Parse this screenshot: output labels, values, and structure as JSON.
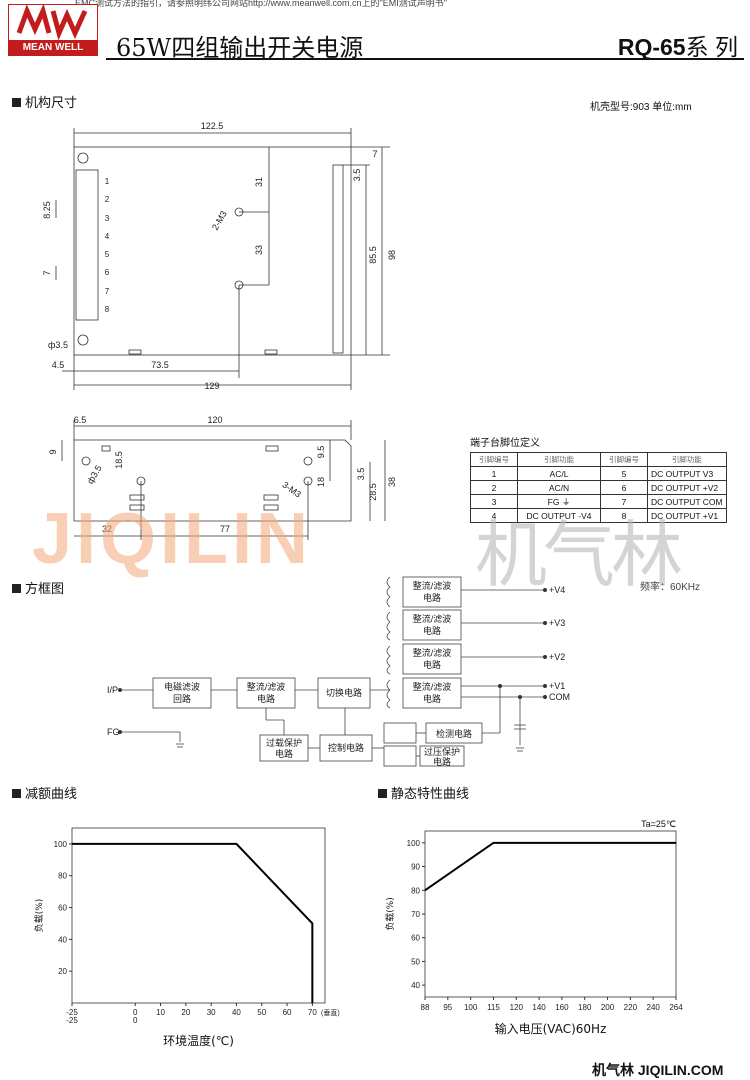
{
  "header": {
    "logo_text": "MEAN WELL",
    "top_note": "EMC测试方法的指引，请参照明纬公司网站http://www.meanwell.com.cn上的\"EMI测试声明书\"",
    "title": "65W四组输出开关电源",
    "series_bold": "RQ-65",
    "series_suffix": "系 列"
  },
  "sections": {
    "mech": "机构尺寸",
    "block": "方框图",
    "derating": "减额曲线",
    "static": "静态特性曲线"
  },
  "mech": {
    "case_note": "机壳型号:903 单位:mm",
    "dims_top": {
      "w1": "122.5",
      "d7": "7",
      "d31": "31",
      "m3": "2-M3",
      "d33": "33",
      "d35a": "3.5",
      "d855": "85.5",
      "d98": "98",
      "d825": "8.25",
      "d7b": "7",
      "phi35": "ф3.5",
      "d45": "4.5",
      "d735": "73.5",
      "d129": "129"
    },
    "pins": [
      "1",
      "2",
      "3",
      "4",
      "5",
      "6",
      "7",
      "8"
    ],
    "dims_side": {
      "d65": "6.5",
      "d120": "120",
      "d9": "9",
      "phi35": "ф3.5",
      "d185": "18.5",
      "d95": "9.5",
      "d35": "3.5",
      "d18": "18",
      "d285": "28.5",
      "d38": "38",
      "m3": "3-M3",
      "d32": "32",
      "d77": "77"
    }
  },
  "pin_table": {
    "title": "端子台脚位定义",
    "headers": [
      "引脚编号",
      "引脚功能",
      "引脚编号",
      "引脚功能"
    ],
    "rows": [
      [
        "1",
        "AC/L",
        "5",
        "DC OUTPUT V3"
      ],
      [
        "2",
        "AC/N",
        "6",
        "DC OUTPUT +V2"
      ],
      [
        "3",
        "FG ⏚",
        "7",
        "DC OUTPUT COM"
      ],
      [
        "4",
        "DC OUTPUT -V4",
        "8",
        "DC OUTPUT +V1"
      ]
    ],
    "freq": "频率：60KHz"
  },
  "block": {
    "ip": "I/P",
    "fg": "FG",
    "emi": [
      "电磁滤波",
      "回路"
    ],
    "rect1": [
      "整流/滤波",
      "电路"
    ],
    "switch": "切换电路",
    "rect_out": [
      "整流/滤波",
      "电路"
    ],
    "overload": [
      "过载保护",
      "电路"
    ],
    "control": "控制电路",
    "detect": "检测电路",
    "ovp": [
      "过压保护",
      "电路"
    ],
    "outputs": [
      "+V4",
      "+V3",
      "+V2",
      "+V1",
      "COM"
    ]
  },
  "chart_data": [
    {
      "type": "line",
      "title": "",
      "xlabel": "环境温度(℃)",
      "ylabel": "负载(%)",
      "x_ticks": [
        "-25",
        "0",
        "10",
        "20",
        "30",
        "40",
        "50",
        "60",
        "70"
      ],
      "x_ticks_sub": [
        "-25",
        "0"
      ],
      "x_extra": "(垂直)",
      "y_ticks": [
        "20",
        "40",
        "60",
        "80",
        "100"
      ],
      "xlim": [
        -25,
        75
      ],
      "ylim": [
        0,
        110
      ],
      "series": [
        {
          "x": [
            -25,
            40,
            70,
            70
          ],
          "y": [
            100,
            100,
            50,
            0
          ]
        }
      ]
    },
    {
      "type": "line",
      "title": "",
      "xlabel": "输入电压(VAC)60Hz",
      "ylabel": "负载(%)",
      "annotation": "Ta=25℃",
      "x_ticks": [
        "88",
        "95",
        "100",
        "115",
        "120",
        "140",
        "160",
        "180",
        "200",
        "220",
        "240",
        "264"
      ],
      "y_ticks": [
        "40",
        "50",
        "60",
        "70",
        "80",
        "90",
        "100"
      ],
      "ylim": [
        35,
        105
      ],
      "series": [
        {
          "x": [
            88,
            115,
            264
          ],
          "y": [
            80,
            100,
            100
          ]
        }
      ]
    }
  ],
  "watermark": {
    "latin": "JIQILIN",
    "cjk": "机气林"
  },
  "footer": {
    "site": "机气林 JIQILIN.COM"
  }
}
